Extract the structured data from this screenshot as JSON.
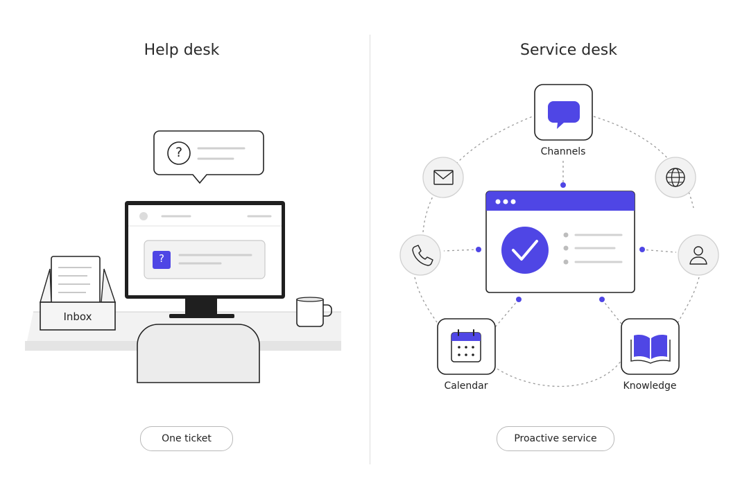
{
  "left": {
    "title": "Help desk",
    "inbox_label": "Inbox",
    "question_mark": "?",
    "pill": "One ticket"
  },
  "right": {
    "title": "Service desk",
    "nodes": {
      "channels": "Channels",
      "calendar": "Calendar",
      "knowledge": "Knowledge"
    },
    "pill": "Proactive service"
  },
  "colors": {
    "accent": "#4f46e5",
    "line": "#222222",
    "light_gray": "#f1f1f1",
    "mid_gray": "#d6d6d6"
  },
  "icons": [
    "question-icon",
    "chat-bubble-icon",
    "mail-icon",
    "globe-icon",
    "phone-icon",
    "user-icon",
    "calendar-icon",
    "book-icon",
    "check-icon",
    "mug-icon"
  ]
}
